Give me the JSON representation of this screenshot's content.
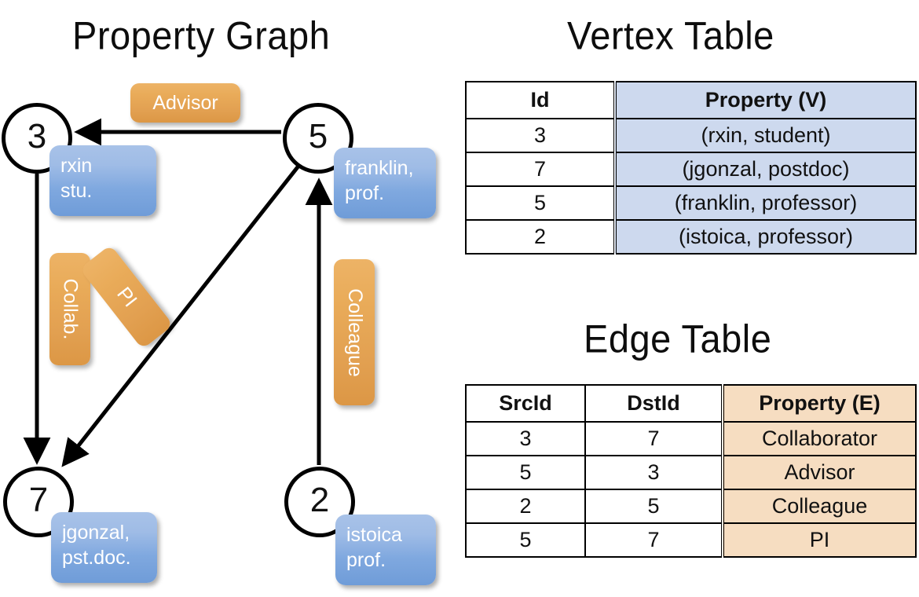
{
  "titles": {
    "property_graph": "Property Graph",
    "vertex_table": "Vertex Table",
    "edge_table": "Edge Table"
  },
  "graph": {
    "nodes": [
      {
        "id": "3",
        "property": "rxin\nstu."
      },
      {
        "id": "5",
        "property": "franklin,\nprof."
      },
      {
        "id": "7",
        "property": "jgonzal,\npst.doc."
      },
      {
        "id": "2",
        "property": "istoica\nprof."
      }
    ],
    "node_labels": {
      "n3": "3",
      "n5": "5",
      "n7": "7",
      "n2": "2"
    },
    "property_boxes": {
      "p3_line1": "rxin",
      "p3_line2": "stu.",
      "p5_line1": "franklin,",
      "p5_line2": "prof.",
      "p7_line1": "jgonzal,",
      "p7_line2": "pst.doc.",
      "p2_line1": "istoica",
      "p2_line2": "prof."
    },
    "edge_labels": {
      "advisor": "Advisor",
      "collab": "Collab.",
      "pi": "PI",
      "colleague": "Colleague"
    },
    "edges": [
      {
        "from": "5",
        "to": "3",
        "label": "Advisor"
      },
      {
        "from": "3",
        "to": "7",
        "label": "Collab."
      },
      {
        "from": "5",
        "to": "7",
        "label": "PI"
      },
      {
        "from": "2",
        "to": "5",
        "label": "Colleague"
      }
    ],
    "colors": {
      "node_stroke": "#000000",
      "property_box": "#7fa8df",
      "edge_label_box": "#e2a051",
      "edge_line": "#000000"
    }
  },
  "vertex_table": {
    "headers": [
      "Id",
      "Property (V)"
    ],
    "rows": [
      [
        "3",
        "(rxin, student)"
      ],
      [
        "7",
        "(jgonzal, postdoc)"
      ],
      [
        "5",
        "(franklin, professor)"
      ],
      [
        "2",
        "(istoica, professor)"
      ]
    ],
    "highlight_color": "#cdd9ee"
  },
  "edge_table": {
    "headers": [
      "SrcId",
      "DstId",
      "Property (E)"
    ],
    "rows": [
      [
        "3",
        "7",
        "Collaborator"
      ],
      [
        "5",
        "3",
        "Advisor"
      ],
      [
        "2",
        "5",
        "Colleague"
      ],
      [
        "5",
        "7",
        "PI"
      ]
    ],
    "highlight_color": "#f6ddc1"
  }
}
